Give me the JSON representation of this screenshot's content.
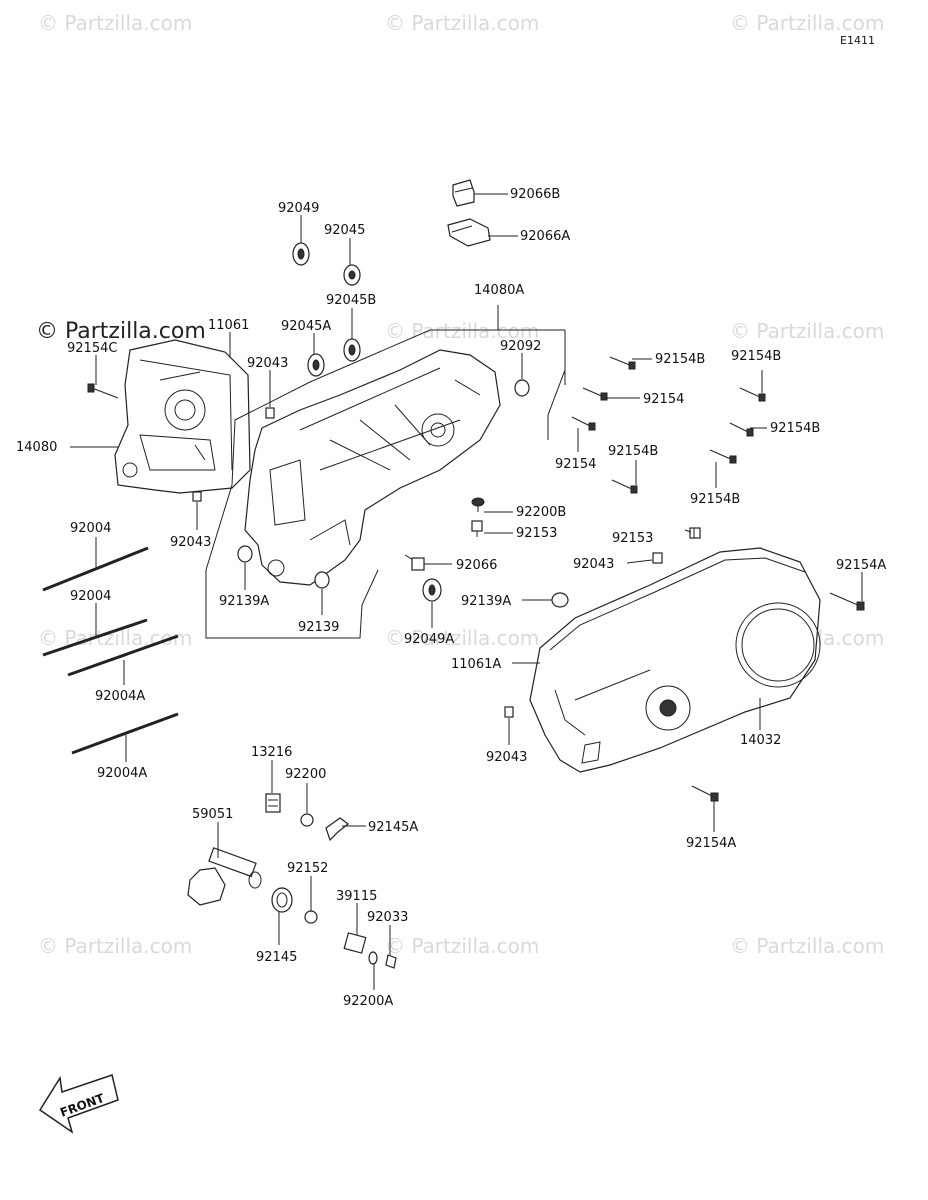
{
  "diagram_code": "E1411",
  "brand": "© Partzilla.com",
  "watermark": "© Partzilla.com",
  "front_label": "FRONT",
  "labels": {
    "92066B": "92066B",
    "92066A": "92066A",
    "92049": "92049",
    "92045": "92045",
    "92045B": "92045B",
    "92045A": "92045A",
    "14080A": "14080A",
    "11061": "11061",
    "92154C": "92154C",
    "92043_a": "92043",
    "92092": "92092",
    "92154B_a": "92154B",
    "92154B_b": "92154B",
    "92154_a": "92154",
    "92154B_c": "92154B",
    "92154_b": "92154",
    "92154B_d": "92154B",
    "92154B_e": "92154B",
    "14080": "14080",
    "92200B": "92200B",
    "92043_b": "92043",
    "92153_a": "92153",
    "92153_b": "92153",
    "92004_a": "92004",
    "92066": "92066",
    "92043_c": "92043",
    "92154A_a": "92154A",
    "92139A_a": "92139A",
    "92139A_b": "92139A",
    "92004_b": "92004",
    "92139": "92139",
    "92049A": "92049A",
    "11061A": "11061A",
    "92004A_a": "92004A",
    "14032": "14032",
    "92043_d": "92043",
    "92004A_b": "92004A",
    "13216": "13216",
    "92200": "92200",
    "59051": "59051",
    "92145A": "92145A",
    "92154A_b": "92154A",
    "92152": "92152",
    "39115": "39115",
    "92033": "92033",
    "92145": "92145",
    "92200A": "92200A"
  }
}
